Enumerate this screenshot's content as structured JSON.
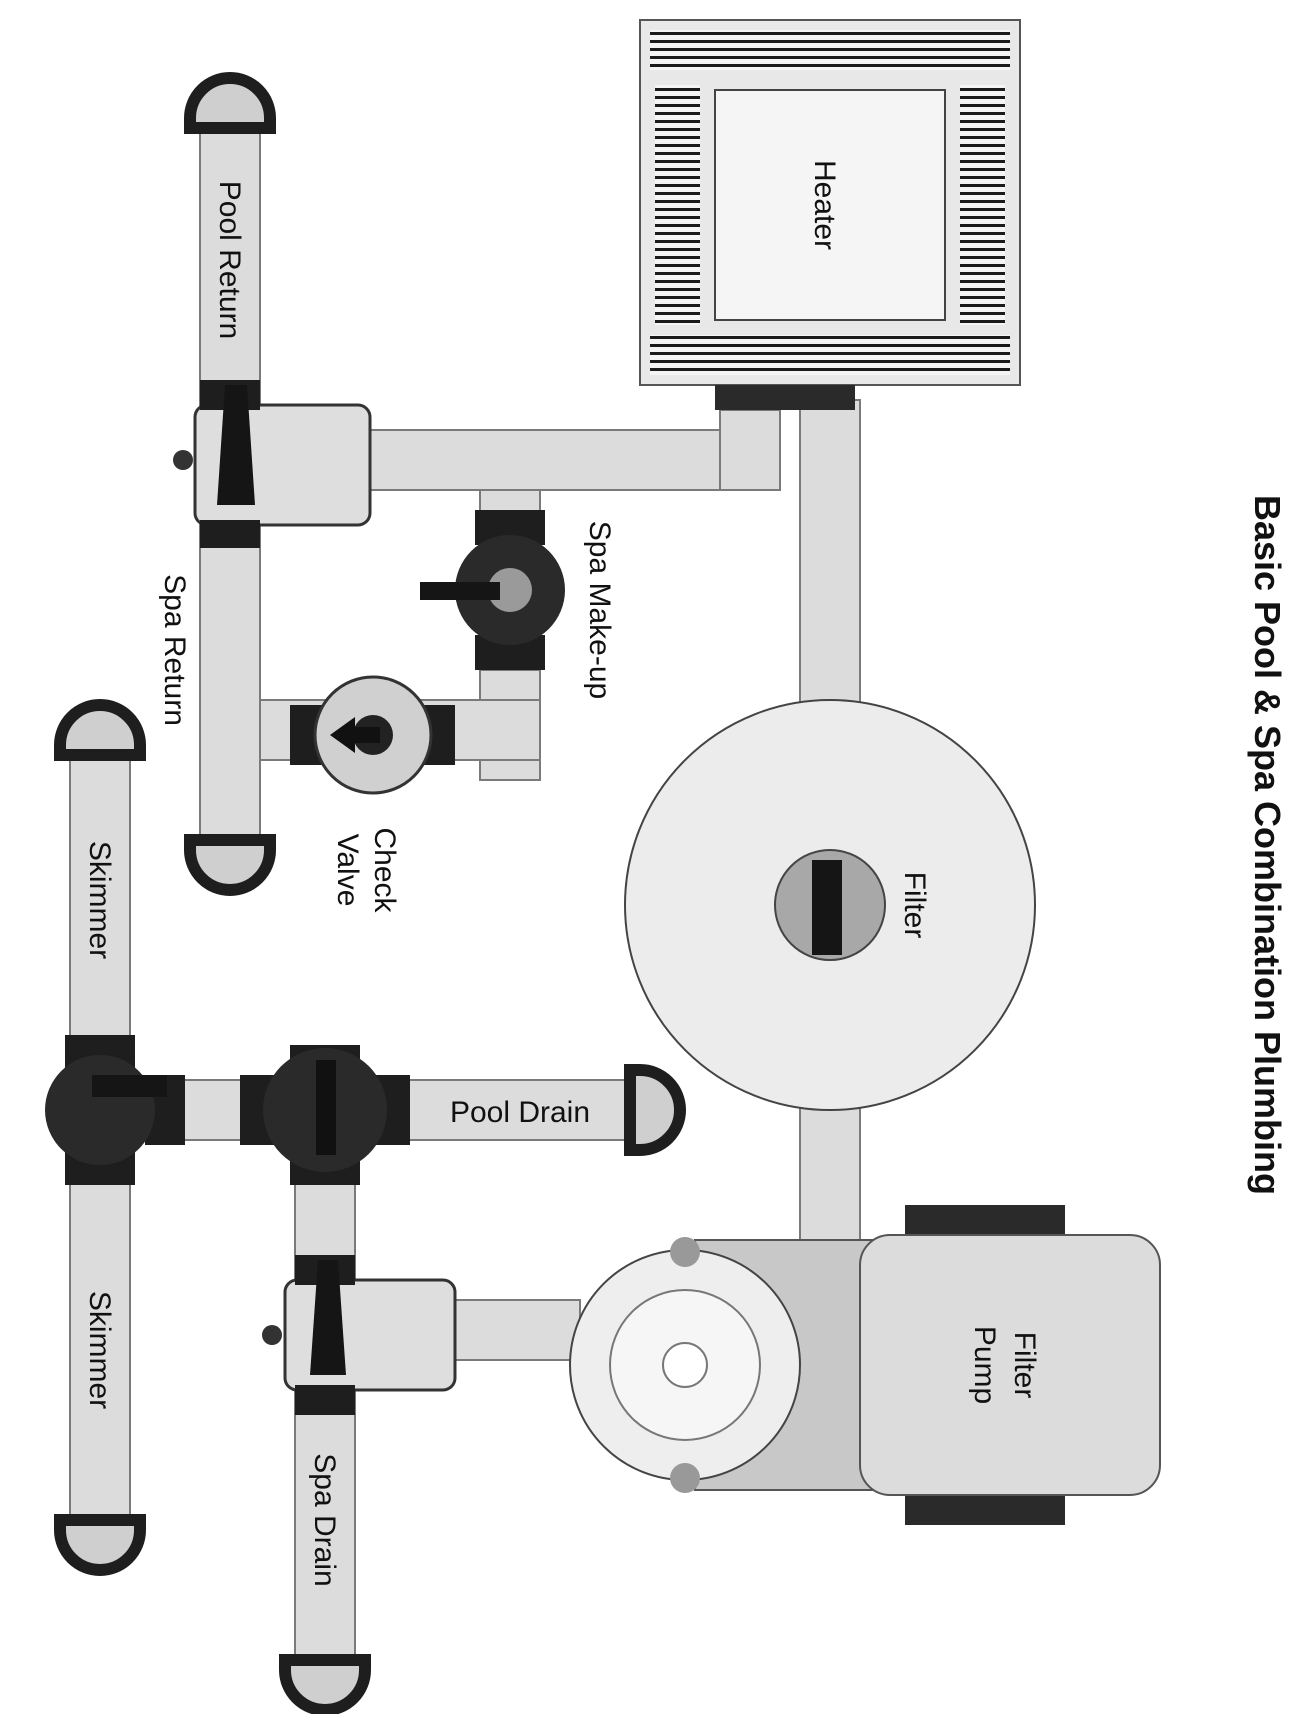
{
  "title": "Basic Pool & Spa Combination Plumbing",
  "labels": {
    "heater": "Heater",
    "pool_return": "Pool Return",
    "spa_return": "Spa Return",
    "spa_makeup": "Spa Make-up",
    "check_valve_line1": "Check",
    "check_valve_line2": "Valve",
    "filter": "Filter",
    "filter_pump_line1": "Filter",
    "filter_pump_line2": "Pump",
    "pool_drain": "Pool Drain",
    "skimmer_top": "Skimmer",
    "skimmer_bottom": "Skimmer",
    "spa_drain": "Spa Drain"
  },
  "colors": {
    "pipe": "#dcdcdc",
    "pipe_edge": "#7a7a7a",
    "valve_dark": "#222222",
    "cap_dark": "#1e1e1e",
    "body_light": "#e6e6e6",
    "pump_shade": "#c8c8c8"
  }
}
